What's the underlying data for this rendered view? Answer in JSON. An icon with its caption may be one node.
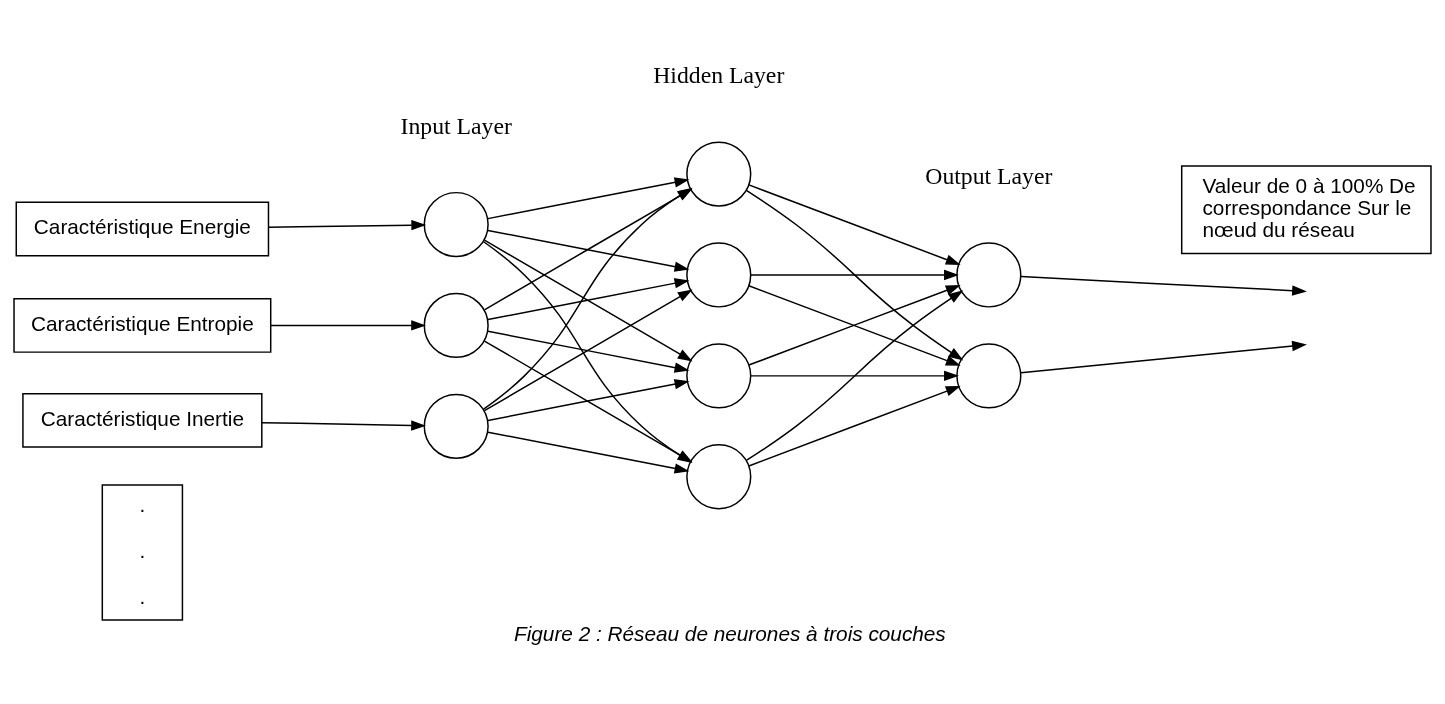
{
  "diagram": {
    "caption": "Figure 2 : Réseau de neurones à trois couches",
    "nodes": [
      {
        "text": [
          "Caractéristique Energie"
        ]
      },
      {
        "text": [
          "Caractéristique Entropie"
        ]
      },
      {
        "text": [
          "Caractéristique Inertie"
        ]
      },
      {
        "text": [
          ". . ."
        ]
      },
      {
        "text": [],
        "shape": "circle"
      },
      {
        "text": [],
        "shape": "circle"
      },
      {
        "text": [],
        "shape": "circle"
      },
      {
        "text": [],
        "shape": "circle"
      },
      {
        "text": [],
        "shape": "circle"
      },
      {
        "text": [],
        "shape": "circle"
      },
      {
        "text": [],
        "shape": "circle"
      },
      {
        "text": [],
        "shape": "circle"
      },
      {
        "text": [],
        "shape": "circle"
      },
      {
        "text": [
          "Valeur de 0 à 100% De correspondance Sur le nœud du réseau"
        ]
      }
    ],
    "edges": [
      {
        "from": 0,
        "to": 4,
        "arrow": "to"
      },
      {
        "from": 1,
        "to": 5,
        "arrow": "to"
      },
      {
        "from": 2,
        "to": 6,
        "arrow": "to"
      },
      {
        "from": 4,
        "to": 7,
        "arrow": "to"
      },
      {
        "from": 4,
        "to": 8,
        "arrow": "to"
      },
      {
        "from": 4,
        "to": 9,
        "arrow": "to"
      },
      {
        "from": 4,
        "to": 10,
        "arrow": "to"
      },
      {
        "from": 5,
        "to": 7,
        "arrow": "to"
      },
      {
        "from": 5,
        "to": 8,
        "arrow": "to"
      },
      {
        "from": 5,
        "to": 9,
        "arrow": "to"
      },
      {
        "from": 5,
        "to": 10,
        "arrow": "to"
      },
      {
        "from": 6,
        "to": 7,
        "arrow": "to"
      },
      {
        "from": 6,
        "to": 8,
        "arrow": "to"
      },
      {
        "from": 6,
        "to": 9,
        "arrow": "to"
      },
      {
        "from": 6,
        "to": 10,
        "arrow": "to"
      },
      {
        "from": 7,
        "to": 11,
        "arrow": "to"
      },
      {
        "from": 7,
        "to": 12,
        "arrow": "to"
      },
      {
        "from": 8,
        "to": 11,
        "arrow": "to"
      },
      {
        "from": 8,
        "to": 12,
        "arrow": "to"
      },
      {
        "from": 9,
        "to": 11,
        "arrow": "to"
      },
      {
        "from": 9,
        "to": 12,
        "arrow": "to"
      },
      {
        "from": 10,
        "to": 11,
        "arrow": "to"
      },
      {
        "from": 10,
        "to": 12,
        "arrow": "to"
      },
      {
        "from": 11,
        "to": null,
        "arrow": "to"
      },
      {
        "from": 12,
        "to": null,
        "arrow": "to"
      }
    ],
    "labels": [
      "Hidden Layer",
      "Input Layer",
      "Output Layer"
    ]
  }
}
